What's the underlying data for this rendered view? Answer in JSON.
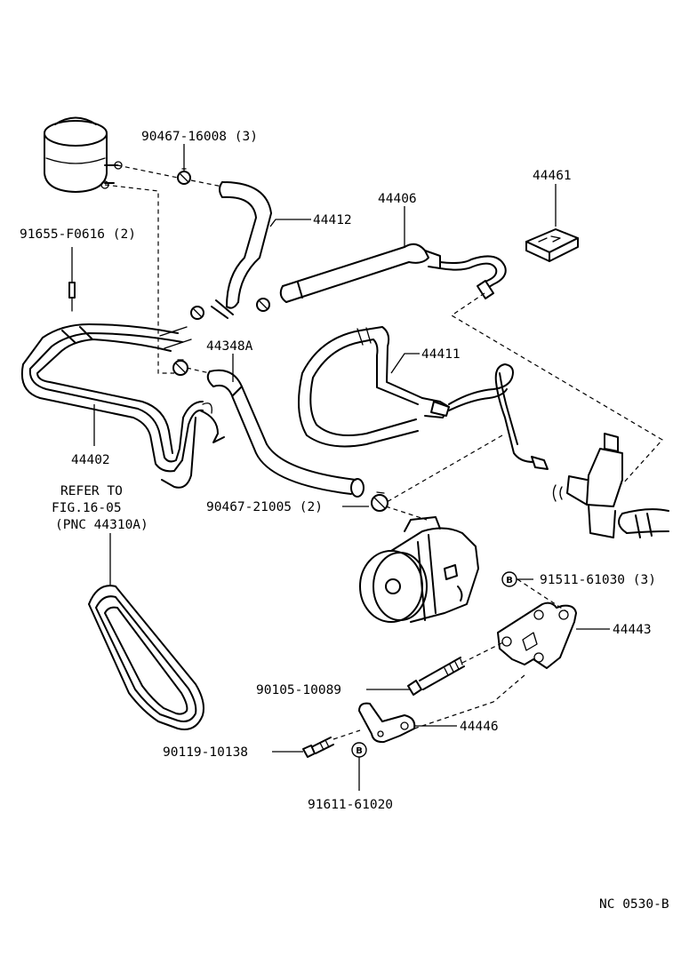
{
  "labels": {
    "clip_small": "90467-16008 (3)",
    "hose_return": "44412",
    "pressure_hose": "44406",
    "cover_clip": "44461",
    "bolt_clamp": "91655-F0616 (2)",
    "suction_hose": "44348A",
    "return_tube": "44411",
    "cooler_tube": "44402",
    "refer_line1": "REFER TO",
    "refer_line2": "FIG.16-05",
    "refer_line3": "(PNC 44310A)",
    "clip_large": "90467-21005 (2)",
    "bolt_bracket": "91511-61030 (3)",
    "bracket_pump": "44443",
    "bolt_long": "90105-10089",
    "bracket_stay": "44446",
    "bolt_stay": "90119-10138",
    "bolt_b": "91611-61020",
    "figure_code": "NC 0530-B"
  },
  "badges": {
    "b_mark": "B"
  }
}
